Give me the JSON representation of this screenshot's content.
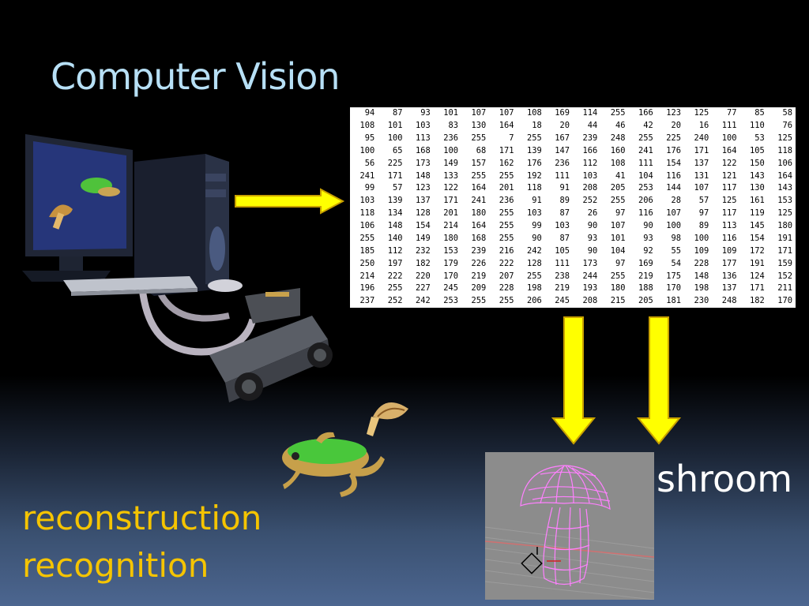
{
  "slide": {
    "title": "Computer Vision",
    "label_reconstruction": "reconstruction",
    "label_recognition": "recognition",
    "label_shroom": "shroom"
  },
  "matrix": {
    "rows": [
      [
        94,
        87,
        93,
        101,
        107,
        107,
        108,
        169,
        114,
        255,
        166,
        123,
        125,
        77,
        85,
        58
      ],
      [
        108,
        101,
        103,
        83,
        130,
        164,
        18,
        20,
        44,
        46,
        42,
        20,
        16,
        111,
        110,
        76
      ],
      [
        95,
        100,
        113,
        236,
        255,
        7,
        255,
        167,
        239,
        248,
        255,
        225,
        240,
        100,
        53,
        125
      ],
      [
        100,
        65,
        168,
        100,
        68,
        171,
        139,
        147,
        166,
        160,
        241,
        176,
        171,
        164,
        105,
        118
      ],
      [
        56,
        225,
        173,
        149,
        157,
        162,
        176,
        236,
        112,
        108,
        111,
        154,
        137,
        122,
        150,
        106
      ],
      [
        241,
        171,
        148,
        133,
        255,
        255,
        192,
        111,
        103,
        41,
        104,
        116,
        131,
        121,
        143,
        164
      ],
      [
        99,
        57,
        123,
        122,
        164,
        201,
        118,
        91,
        208,
        205,
        253,
        144,
        107,
        117,
        130,
        143
      ],
      [
        103,
        139,
        137,
        171,
        241,
        236,
        91,
        89,
        252,
        255,
        206,
        28,
        57,
        125,
        161,
        153
      ],
      [
        118,
        134,
        128,
        201,
        180,
        255,
        103,
        87,
        26,
        97,
        116,
        107,
        97,
        117,
        119,
        125
      ],
      [
        106,
        148,
        154,
        214,
        164,
        255,
        99,
        103,
        90,
        107,
        90,
        100,
        89,
        113,
        145,
        180
      ],
      [
        255,
        140,
        149,
        180,
        168,
        255,
        90,
        87,
        93,
        101,
        93,
        98,
        100,
        116,
        154,
        191
      ],
      [
        185,
        112,
        232,
        153,
        239,
        216,
        242,
        105,
        90,
        104,
        92,
        55,
        109,
        109,
        172,
        171
      ],
      [
        250,
        197,
        182,
        179,
        226,
        222,
        128,
        111,
        173,
        97,
        169,
        54,
        228,
        177,
        191,
        159
      ],
      [
        214,
        222,
        220,
        170,
        219,
        207,
        255,
        238,
        244,
        255,
        219,
        175,
        148,
        136,
        124,
        152
      ],
      [
        196,
        255,
        227,
        245,
        209,
        228,
        198,
        219,
        193,
        180,
        188,
        170,
        198,
        137,
        171,
        211
      ],
      [
        237,
        252,
        242,
        253,
        255,
        255,
        206,
        245,
        208,
        215,
        205,
        181,
        230,
        248,
        182,
        170
      ]
    ]
  },
  "colors": {
    "title": "#b7e0f6",
    "arrow_yellow": "#ffff00",
    "label_yellow": "#f5c400",
    "wireframe_pink": "#ff80ff"
  }
}
